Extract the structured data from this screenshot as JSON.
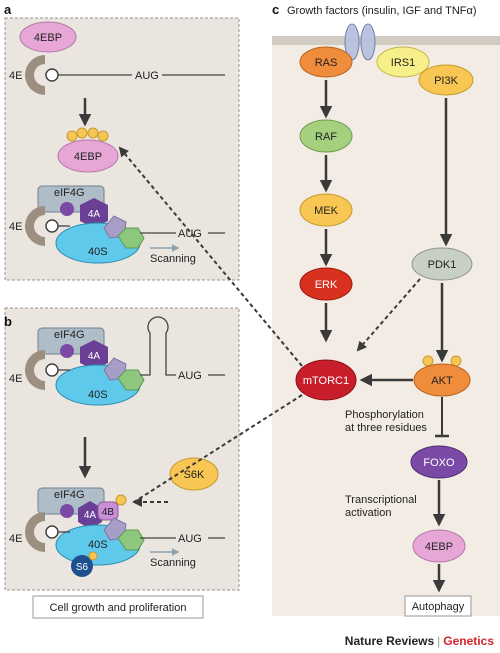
{
  "panels": {
    "a": "a",
    "b": "b",
    "c": "c"
  },
  "c_title": "Growth factors (insulin, IGF and TNFα)",
  "panel_a": {
    "fourEBP_top": "4EBP",
    "fourE": "4E",
    "aug_top": "AUG",
    "fourEBP_phos": "4EBP",
    "eIF4G": "eIF4G",
    "fourA": "4A",
    "fourE_b": "4E",
    "fortyS": "40S",
    "aug_b": "AUG",
    "scanning": "Scanning"
  },
  "panel_b": {
    "eIF4G": "eIF4G",
    "fourA": "4A",
    "fourE": "4E",
    "fortyS": "40S",
    "aug": "AUG",
    "s6k": "S6K",
    "eIF4G_2": "eIF4G",
    "fourA_2": "4A",
    "fourB": "4B",
    "fourE_2": "4E",
    "fortyS_2": "40S",
    "s6": "S6",
    "aug_2": "AUG",
    "scanning": "Scanning",
    "caption": "Cell growth and proliferation"
  },
  "panel_c": {
    "ras": "RAS",
    "irs1": "IRS1",
    "pi3k": "PI3K",
    "raf": "RAF",
    "mek": "MEK",
    "erk": "ERK",
    "pdk1": "PDK1",
    "mtorc1": "mTORC1",
    "akt": "AKT",
    "phos1": "Phosphorylation",
    "phos2": "at three residues",
    "foxo": "FOXO",
    "trans1": "Transcriptional",
    "trans2": "activation",
    "fourEBP": "4EBP",
    "autophagy": "Autophagy"
  },
  "footer": {
    "journal": "Nature Reviews",
    "section": "Genetics"
  },
  "colors": {
    "panel_bg": "#eae5df",
    "mtorc1": "#c81e2a",
    "erk": "#d9311f",
    "raf_green": "#a5d17f",
    "yellow": "#f7c653",
    "orange": "#f08d3d",
    "pink": "#e6a7d7",
    "purple": "#7b4aa6",
    "cyan": "#5ec9ea"
  }
}
